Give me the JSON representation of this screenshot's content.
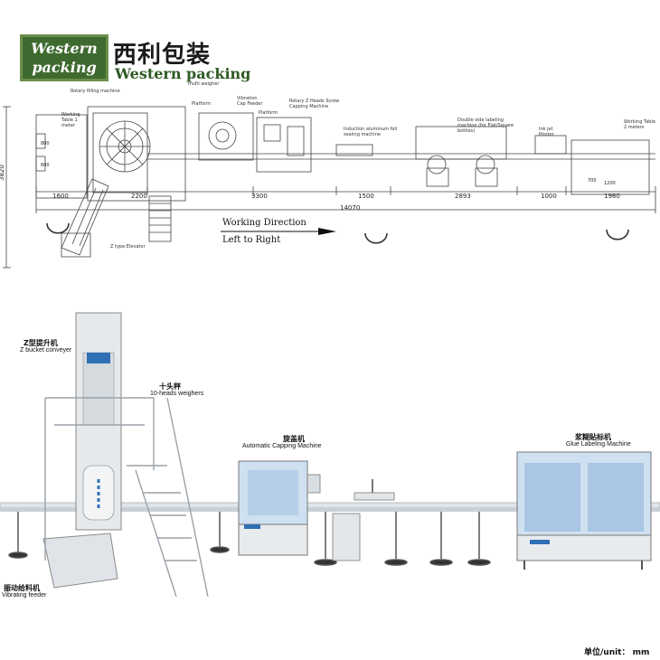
{
  "logo": {
    "line1": "Western",
    "line2": "packing",
    "cn": "西利包装",
    "en": "Western packing",
    "brand_color": "#3f6a2f"
  },
  "layout_labels": {
    "rotary_filling": "Rotary filling machine",
    "multi_weigher": "multi weigher",
    "platform_top": "Platform",
    "vibration_cap_feeder": "Vibration Cap Feeder",
    "platform_mid": "Platform",
    "rotary_capping": "Rotary Z Heads Screw Capping Machine",
    "induction_sealing": "Induction aluminum foil sealing machine",
    "double_side_labeling": "Double side labeling machine (for Flat/Square bottles)",
    "ink_jet": "Ink jet Printer",
    "working_table_left": "Working Table 1 meter",
    "working_table_right": "Working Table 2 meters",
    "z_elevator": "Z type Elevator"
  },
  "dimensions": {
    "height_total": "3820",
    "w1": "1600",
    "w2": "2200",
    "w3": "3300",
    "w4": "1500",
    "w5": "2893",
    "w6": "1000",
    "w7": "1980",
    "total": "14070",
    "d1": "800",
    "d2": "600",
    "d3": "700",
    "d4": "1200"
  },
  "direction": {
    "line1": "Working Direction",
    "line2": "Left to Right"
  },
  "machines": {
    "z_bucket": {
      "cn": "Z型提升机",
      "en": "Z bucket conveyer"
    },
    "weigher": {
      "cn": "十头秤",
      "en": "10-heads weighers"
    },
    "capping": {
      "cn": "旋盖机",
      "en": "Automatic Capping Machine"
    },
    "labeling": {
      "cn": "浆糊贴标机",
      "en": "Glue Labeling Machine"
    },
    "feeder": {
      "cn": "振动给料机",
      "en": "Vibrating feeder"
    }
  },
  "unit": "单位/unit： mm"
}
